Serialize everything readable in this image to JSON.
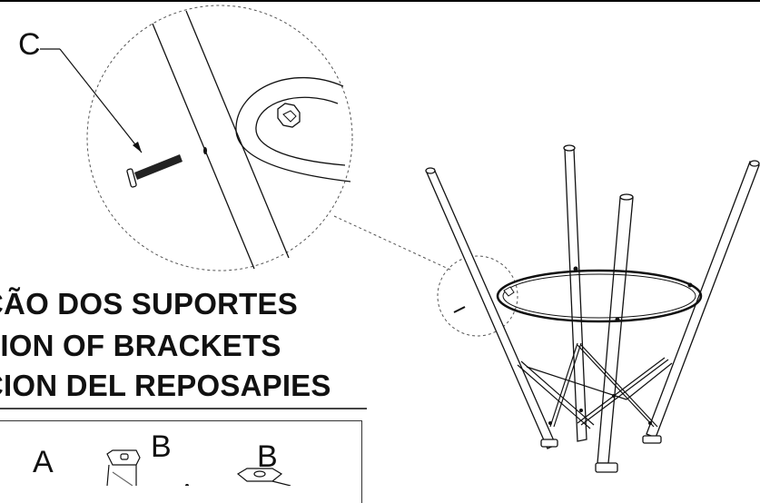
{
  "labels": {
    "c": "C",
    "a": "A",
    "b1": "B",
    "b2": "B"
  },
  "title": {
    "line1": "ÇÃO DOS SUPORTES",
    "line2": "TION OF BRACKETS",
    "line3": "CION DEL REPOSAPIES"
  },
  "colors": {
    "line": "#111111",
    "background": "#ffffff"
  }
}
